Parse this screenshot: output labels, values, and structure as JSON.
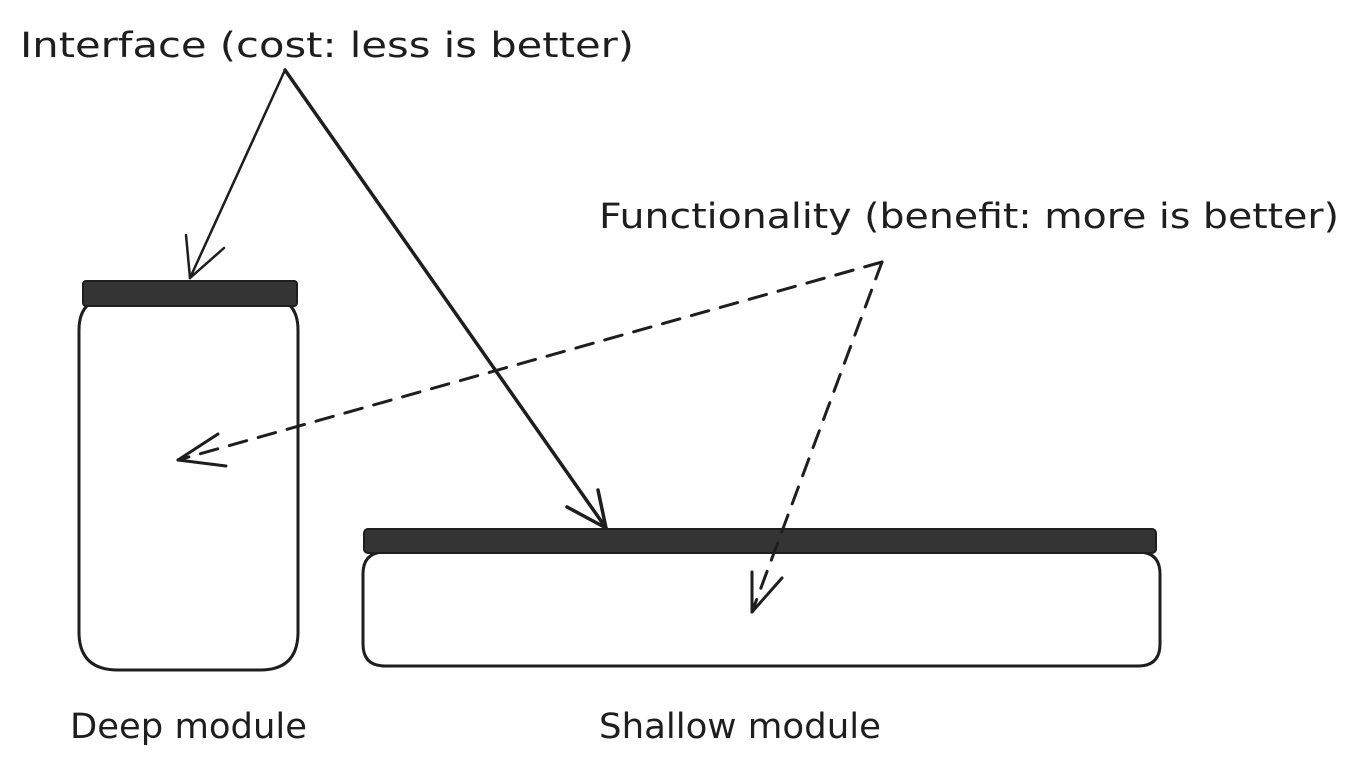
{
  "labels": {
    "interface": "Interface (cost: less is better)",
    "functionality": "Functionality (benefit: more is better)",
    "deep_module": "Deep module",
    "shallow_module": "Shallow module"
  },
  "colors": {
    "stroke": "#1e1e1e",
    "interface_fill": "#343434",
    "module_fill": "#ffffff",
    "background": "#ffffff"
  }
}
